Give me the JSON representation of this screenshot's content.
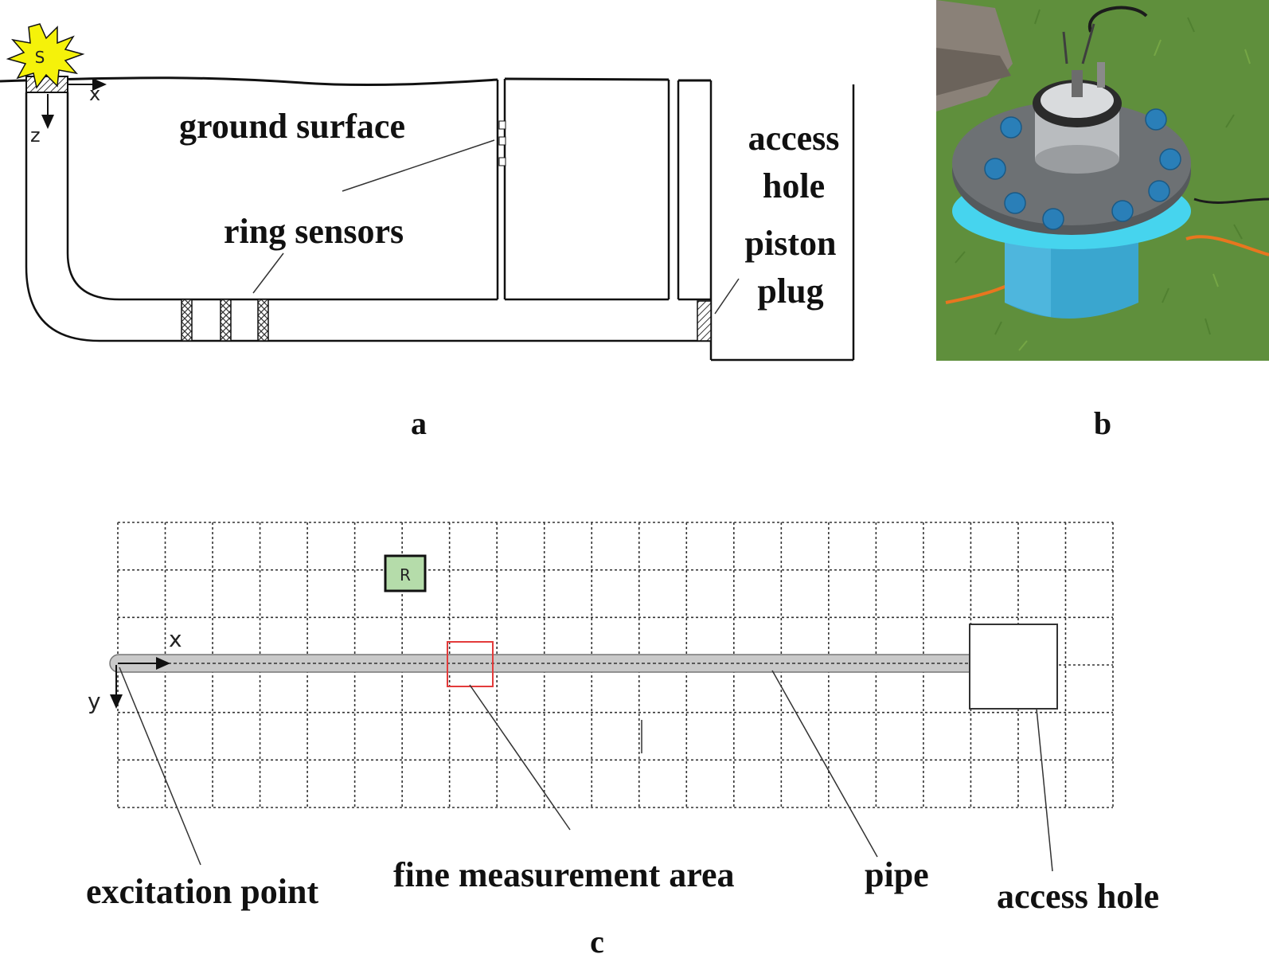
{
  "panel_a": {
    "letter": "a",
    "source_label": "S",
    "axis_x": "x",
    "axis_z": "z",
    "ground_surface": "ground surface",
    "ring_sensors": "ring sensors",
    "access_line1": "access",
    "access_line2": "hole",
    "piston_line1": "piston",
    "piston_line2": "plug"
  },
  "panel_b": {
    "letter": "b",
    "photo_icon": "pipe-sensor-photo-icon"
  },
  "panel_c": {
    "letter": "c",
    "receiver_label": "R",
    "axis_x": "x",
    "axis_y": "y",
    "excitation_point": "excitation point",
    "fine_measurement_area": "fine measurement area",
    "pipe": "pipe",
    "access_hole": "access hole"
  },
  "colors": {
    "burst": "#f5f20a",
    "receiver_fill": "#b5dcaa",
    "fine_area": "#e33b3b",
    "pipe_fill": "#c9c9c9",
    "grass": "#5f8f3c",
    "cylinder": "#3aa6cf"
  }
}
